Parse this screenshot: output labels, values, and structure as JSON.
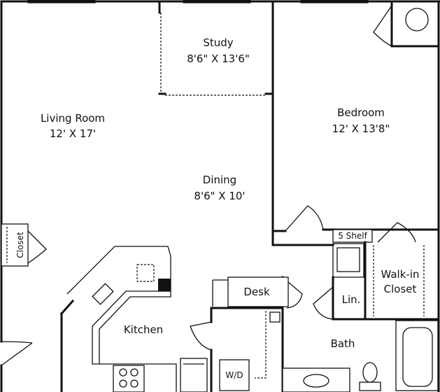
{
  "rooms": {
    "living_room": {
      "name": "Living Room",
      "dims": "12' X 17'"
    },
    "study": {
      "name": "Study",
      "dims": "8'6\" X 13'6\""
    },
    "bedroom": {
      "name": "Bedroom",
      "dims": "12' X 13'8\""
    },
    "dining": {
      "name": "Dining",
      "dims": "8'6\" X 10'"
    },
    "kitchen": {
      "name": "Kitchen"
    },
    "desk": {
      "name": "Desk"
    },
    "bath": {
      "name": "Bath"
    },
    "linen": {
      "name": "Lin."
    },
    "walk_in_closet": {
      "name_line1": "Walk-in",
      "name_line2": "Closet"
    },
    "shelf": {
      "name": "5 Shelf"
    },
    "closet": {
      "name": "Closet"
    },
    "washer_dryer": {
      "name": "W/D"
    }
  }
}
